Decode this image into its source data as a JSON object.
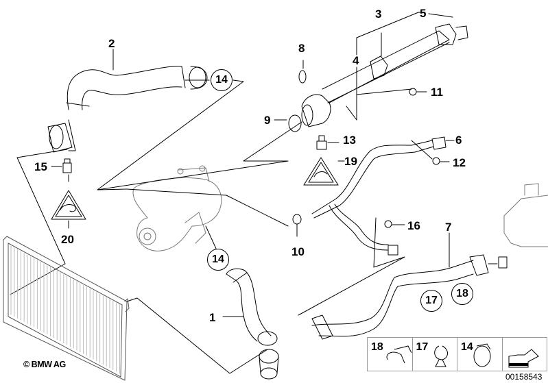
{
  "diagram": {
    "title": "Cooling system water hoses",
    "copyright": "© BMW AG",
    "drawing_number": "00158543",
    "callouts": [
      {
        "id": "1",
        "label": "1"
      },
      {
        "id": "2",
        "label": "2"
      },
      {
        "id": "3",
        "label": "3"
      },
      {
        "id": "4",
        "label": "4"
      },
      {
        "id": "5",
        "label": "5"
      },
      {
        "id": "6",
        "label": "6"
      },
      {
        "id": "7",
        "label": "7"
      },
      {
        "id": "8",
        "label": "8"
      },
      {
        "id": "9",
        "label": "9"
      },
      {
        "id": "10",
        "label": "10"
      },
      {
        "id": "11",
        "label": "11"
      },
      {
        "id": "12",
        "label": "12"
      },
      {
        "id": "13",
        "label": "13"
      },
      {
        "id": "15",
        "label": "15"
      },
      {
        "id": "16",
        "label": "16"
      },
      {
        "id": "19",
        "label": "19"
      },
      {
        "id": "20",
        "label": "20"
      }
    ],
    "circled_callouts": [
      {
        "id": "14a",
        "label": "14"
      },
      {
        "id": "14b",
        "label": "14"
      },
      {
        "id": "17",
        "label": "17"
      },
      {
        "id": "18",
        "label": "18"
      }
    ],
    "legend": [
      {
        "label": "18",
        "part": "hose clip bracket"
      },
      {
        "label": "17",
        "part": "spring clamp"
      },
      {
        "label": "14",
        "part": "hose clamp"
      },
      {
        "label": "",
        "part": "direction arrow"
      }
    ]
  }
}
